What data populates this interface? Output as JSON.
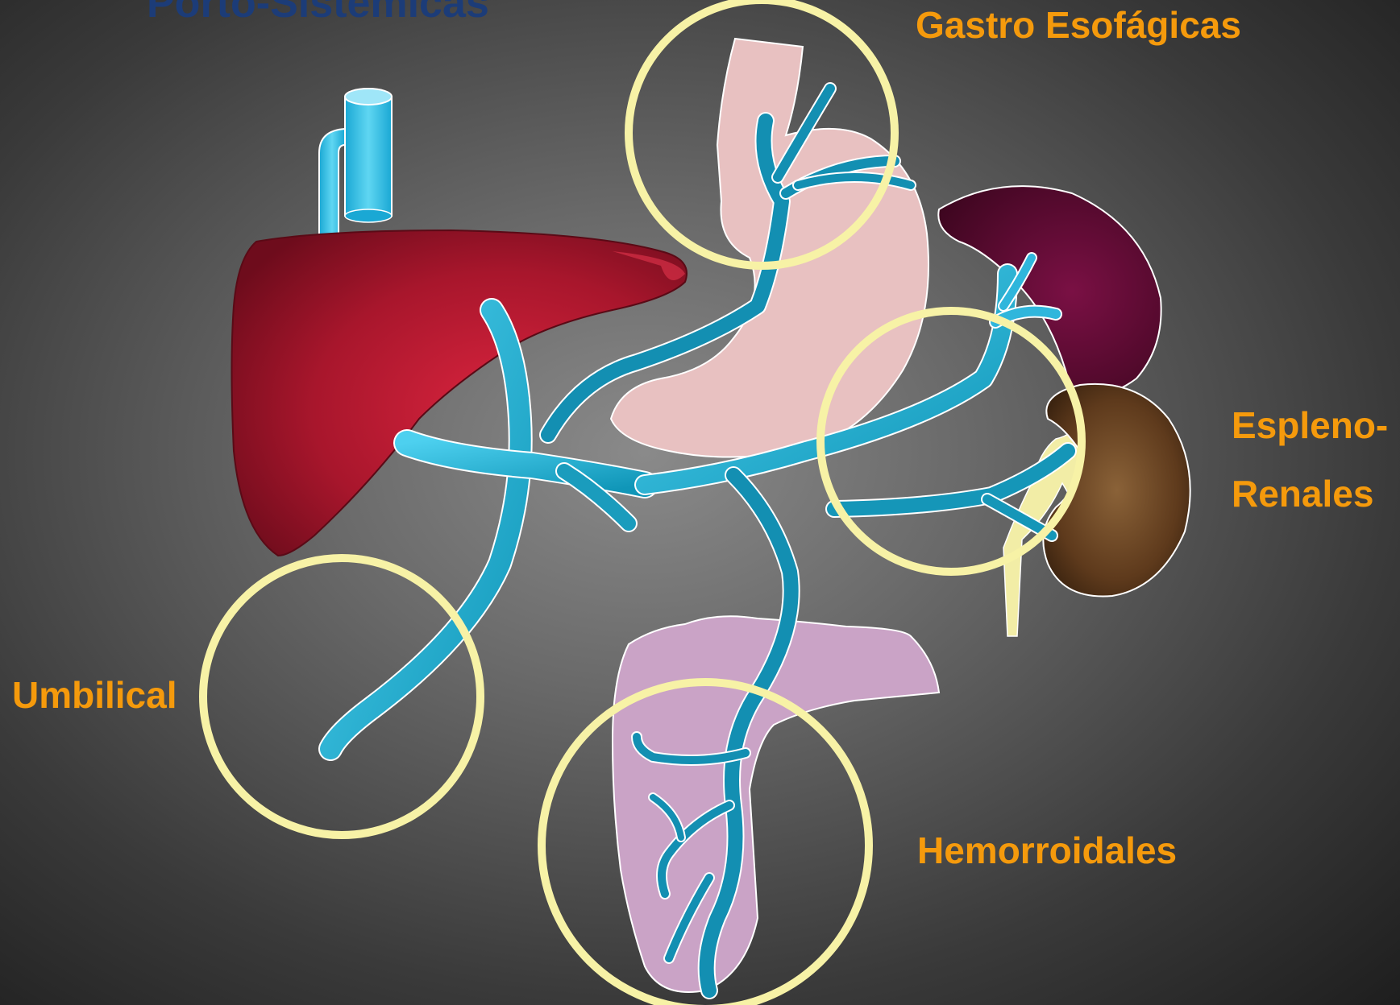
{
  "title": "Porto-Sistémicas",
  "labels": {
    "gastro": "Gastro Esofágicas",
    "espleno_1": "Espleno-",
    "espleno_2": "Renales",
    "umbilical": "Umbilical",
    "hemorroidales": "Hemorroidales"
  },
  "colors": {
    "label": "#f59a0c",
    "title": "#1c3c78",
    "circle": "#f7f2a6",
    "vein": "#38c2e6",
    "vein_dark": "#0f86a6",
    "liver": "#a8162c",
    "stomach": "#e9c1c2",
    "spleen": "#5e0a2e",
    "kidney": "#5e3a1c",
    "adrenal": "#f2eda6",
    "rectum": "#c9a2c6"
  }
}
